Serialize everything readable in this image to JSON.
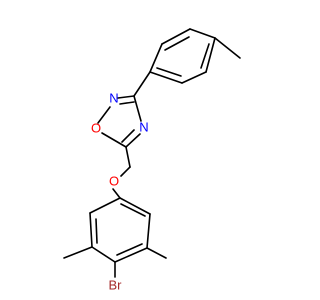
{
  "molecule": {
    "atom_labels": {
      "n_top": "N",
      "n_right": "N",
      "o_ring": "O",
      "o_ether": "O",
      "br": "Br"
    },
    "colors": {
      "bond": "#000000",
      "nitrogen": "#0000ff",
      "oxygen": "#ff0000",
      "bromine": "#a52a2a"
    }
  }
}
